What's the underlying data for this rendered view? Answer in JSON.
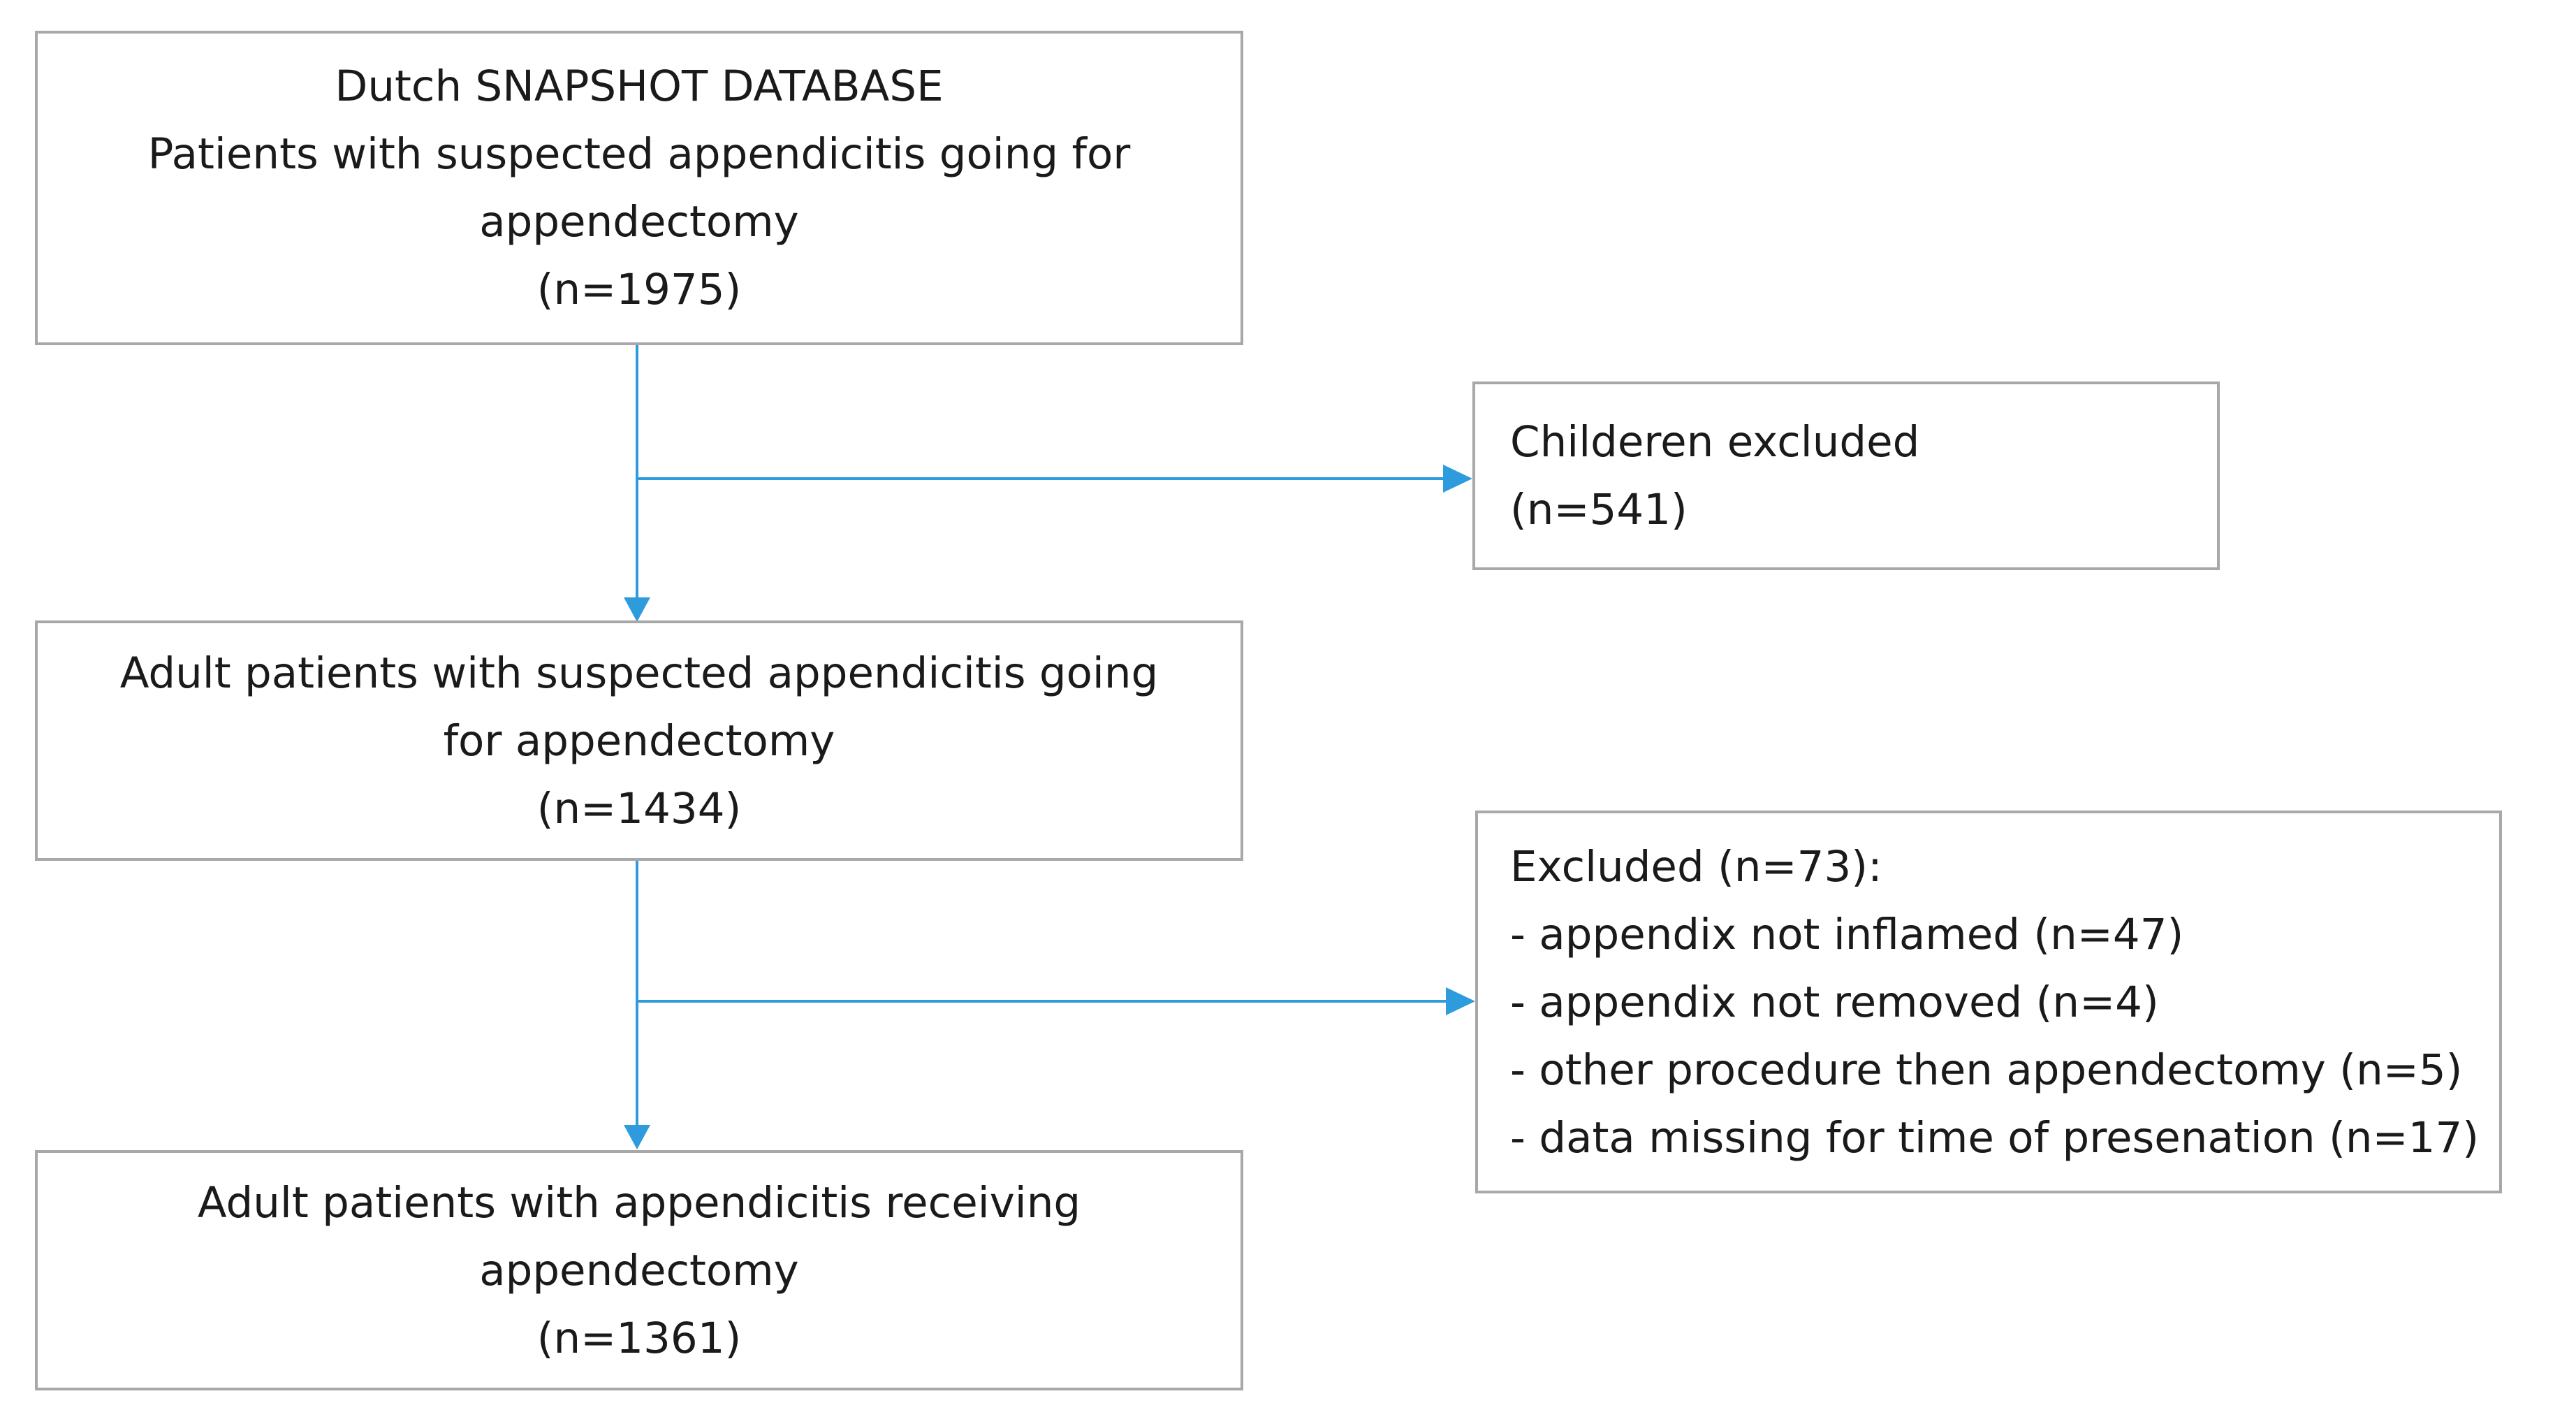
{
  "boxes": {
    "database": {
      "lines": [
        "Dutch SNAPSHOT DATABASE",
        "Patients with suspected appendicitis going for",
        "appendectomy",
        "(n=1975)"
      ]
    },
    "children_excluded": {
      "lines": [
        "Childeren excluded",
        "(n=541)"
      ]
    },
    "adult_suspected": {
      "lines": [
        "Adult patients with suspected appendicitis going",
        "for appendectomy",
        "(n=1434)"
      ]
    },
    "excluded": {
      "lines": [
        "Excluded (n=73):",
        "- appendix not inflamed (n=47)",
        "- appendix not removed (n=4)",
        "- other procedure then appendectomy (n=5)",
        "- data missing for time of presenation (n=17)"
      ]
    },
    "final_cohort": {
      "lines": [
        "Adult patients with appendicitis receiving",
        "appendectomy",
        "(n=1361)"
      ]
    }
  },
  "colors": {
    "arrow": "#2e9bdc",
    "box_border": "#a8a8a8",
    "text": "#1a1a1a"
  }
}
